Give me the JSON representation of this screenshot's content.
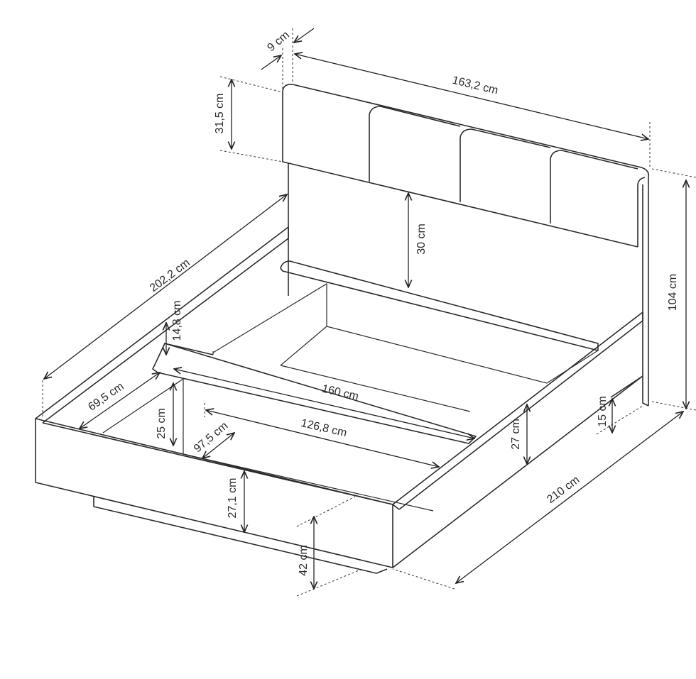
{
  "dimensions": {
    "headboard_thickness": "9 cm",
    "headboard_width": "163,2 cm",
    "headboard_cushion_height": "31,5 cm",
    "headboard_gap": "30 cm",
    "total_height": "104 cm",
    "total_length": "202,2 cm",
    "drawer_depth": "14,8 cm",
    "side_width": "69,5 cm",
    "inner_width": "160 cm",
    "drawer_height": "25 cm",
    "drawer_width": "126,8 cm",
    "drawer_length": "97,5 cm",
    "side_height": "27 cm",
    "front_height": "27,1 cm",
    "plinth_height": "15 cm",
    "total_depth": "210 cm",
    "bed_height": "42 cm"
  }
}
